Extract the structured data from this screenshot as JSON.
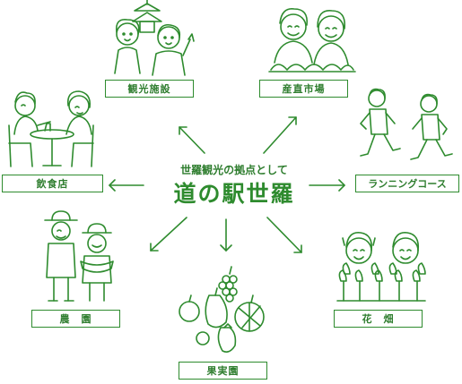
{
  "center": {
    "subtitle": "世羅観光の拠点として",
    "title": "道の駅世羅"
  },
  "nodes": {
    "sightseeing": "観光施設",
    "local_market": "産直市場",
    "running_course": "ランニングコース",
    "restaurant": "飲食店",
    "farm": "農　園",
    "flower_field": "花　畑",
    "orchard": "果実園"
  },
  "colors": {
    "line": "#2e8b2e",
    "text": "#2e7d2e",
    "accent": "#6aaa3a"
  }
}
